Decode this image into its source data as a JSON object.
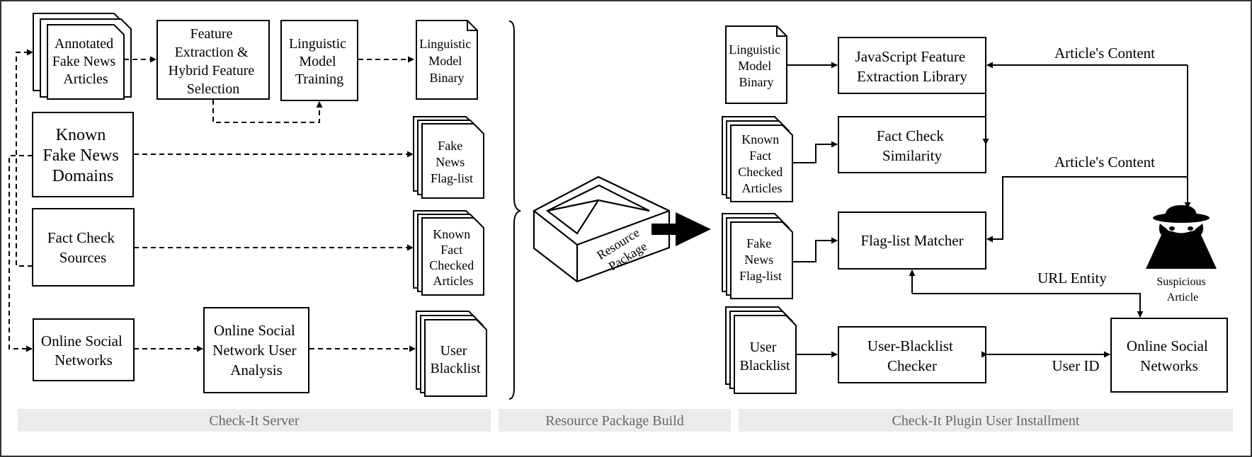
{
  "colors": {
    "ink": "#000000",
    "section_bg": "#ebebeb",
    "section_text": "#666666",
    "frame": "#333333"
  },
  "sections": {
    "server": "Check-It Server",
    "build": "Resource Package Build",
    "plugin": "Check-It Plugin User Installment"
  },
  "server": {
    "annotated_articles": [
      "Annotated",
      "Fake News",
      "Articles"
    ],
    "feature_extraction": [
      "Feature",
      "Extraction &",
      "Hybrid Feature",
      "Selection"
    ],
    "model_training": [
      "Linguistic",
      "Model",
      "Training"
    ],
    "model_binary": [
      "Linguistic",
      "Model",
      "Binary"
    ],
    "known_domains": [
      "Known",
      "Fake News",
      "Domains"
    ],
    "flag_list": [
      "Fake",
      "News",
      "Flag-list"
    ],
    "fact_check_sources": [
      "Fact Check",
      "Sources"
    ],
    "known_fact_checked": [
      "Known",
      "Fact",
      "Checked",
      "Articles"
    ],
    "online_social_networks": [
      "Online Social",
      "Networks"
    ],
    "user_analysis": [
      "Online Social",
      "Network User",
      "Analysis"
    ],
    "user_blacklist": [
      "User",
      "Blacklist"
    ]
  },
  "build": {
    "resource_package": [
      "Resource",
      "Package"
    ]
  },
  "plugin": {
    "model_binary": [
      "Linguistic",
      "Model",
      "Binary"
    ],
    "js_library": [
      "JavaScript Feature",
      "Extraction Library"
    ],
    "known_fact_checked": [
      "Known",
      "Fact",
      "Checked",
      "Articles"
    ],
    "fact_check_similarity": [
      "Fact Check",
      "Similarity"
    ],
    "flag_list": [
      "Fake",
      "News",
      "Flag-list"
    ],
    "flag_list_matcher": "Flag-list Matcher",
    "user_blacklist": [
      "User",
      "Blacklist"
    ],
    "blacklist_checker": [
      "User-Blacklist",
      "Checker"
    ],
    "online_social_networks": [
      "Online Social",
      "Networks"
    ],
    "suspicious_article": [
      "Suspicious",
      "Article"
    ],
    "articles_content_1": "Article's Content",
    "articles_content_2": "Article's Content",
    "url_entity": "URL Entity",
    "user_id": "User ID"
  }
}
